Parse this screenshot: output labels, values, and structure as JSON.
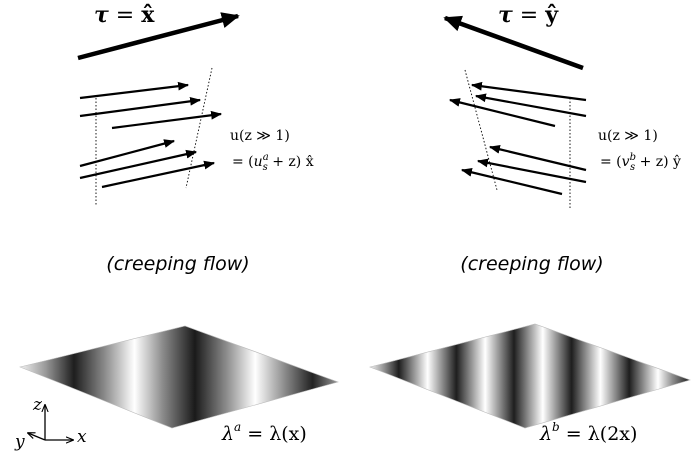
{
  "panels": {
    "left": {
      "stress": {
        "symbol": "τ",
        "eq": " = ",
        "vector": "x̂"
      },
      "velocity": {
        "line1": "u(z ≫ 1)",
        "line2_prefix": "= (",
        "line2_u": "u",
        "line2_sup": "a",
        "line2_sub": "s",
        "line2_suffix": " + z) x̂"
      },
      "caption": "(creeping flow)",
      "wavelength": {
        "lambda": "λ",
        "sup": "a",
        "rhs": " = λ(x)"
      }
    },
    "right": {
      "stress": {
        "symbol": "τ",
        "eq": " = ",
        "vector": "ŷ"
      },
      "velocity": {
        "line1": "u(z ≫ 1)",
        "line2_prefix": "= (",
        "line2_u": "v",
        "line2_sup": "b",
        "line2_sub": "s",
        "line2_suffix": " + z) ŷ"
      },
      "caption": "(creeping flow)",
      "wavelength": {
        "lambda": "λ",
        "sup": "b",
        "rhs": " = λ(2x)"
      }
    }
  },
  "axes": {
    "z": "z",
    "y": "y",
    "x": "x"
  },
  "colors": {
    "ink": "#000000",
    "dark_stripe": "#1a1a1a",
    "light_stripe": "#ffffff"
  }
}
